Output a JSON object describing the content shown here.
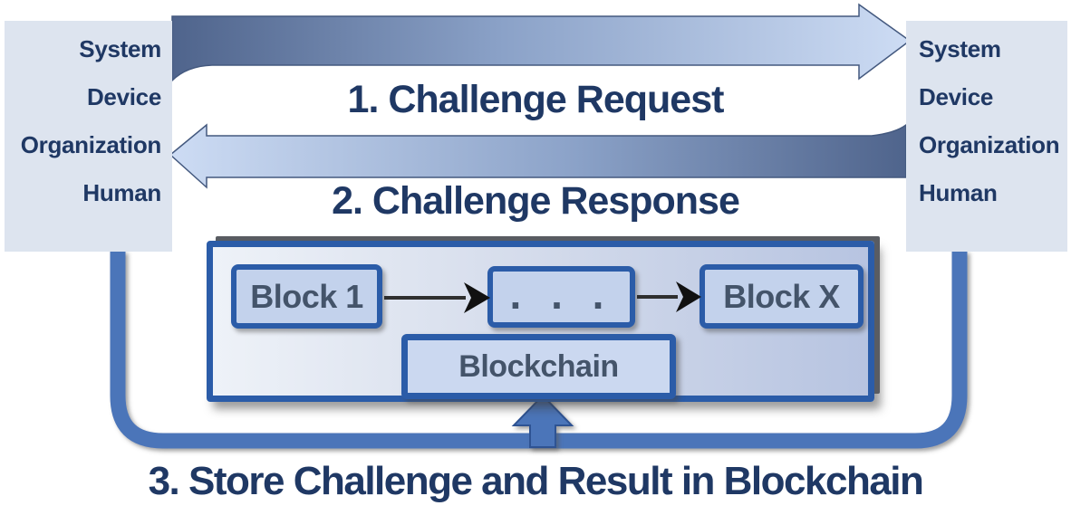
{
  "diagram": {
    "left_panel": {
      "items": [
        "System",
        "Device",
        "Organization",
        "Human"
      ]
    },
    "right_panel": {
      "items": [
        "System",
        "Device",
        "Organization",
        "Human"
      ]
    },
    "steps": {
      "request": "1. Challenge Request",
      "response": "2. Challenge Response",
      "store": "3. Store Challenge and Result in Blockchain"
    },
    "blockchain": {
      "block_first": "Block 1",
      "block_ellipsis": ". . .",
      "block_last": "Block X",
      "label": "Blockchain"
    },
    "colors": {
      "heading_text": "#1f3864",
      "block_text": "#44546a",
      "panel_fill": "#dde4ef",
      "block_fill": "#c3d2ec",
      "border_blue": "#2b5ca8",
      "connector_blue": "#4b74b9",
      "arrow_gradient_dark": "#4f648c",
      "arrow_gradient_light": "#cddcf4",
      "link_arrow_black": "#2f2f2f"
    }
  }
}
